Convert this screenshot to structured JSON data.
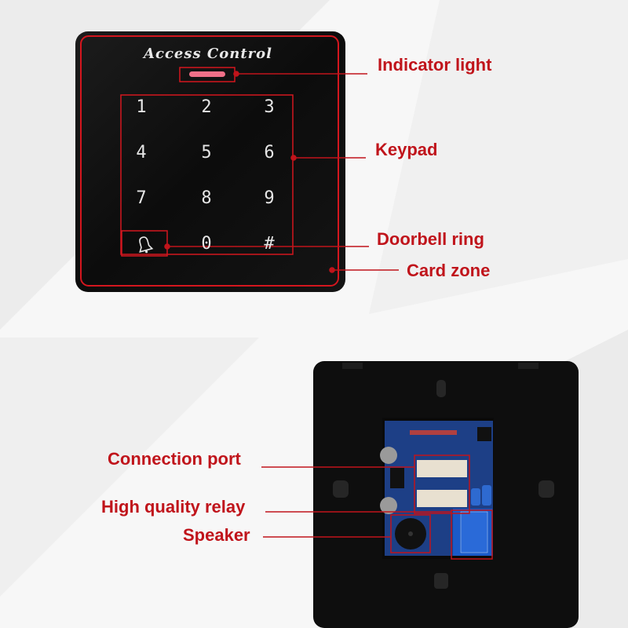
{
  "panel": {
    "brand_text": "Access Control",
    "keys": [
      "1",
      "2",
      "3",
      "4",
      "5",
      "6",
      "7",
      "8",
      "9",
      "",
      "0",
      "#"
    ]
  },
  "callouts": {
    "indicator_light": "Indicator light",
    "keypad": "Keypad",
    "doorbell_ring": "Doorbell ring",
    "card_zone": "Card zone",
    "connection_port": "Connection port",
    "high_quality_relay": "High quality relay",
    "speaker": "Speaker"
  },
  "colors": {
    "annotation_red": "#c0141b",
    "device_black": "#0e0e0e",
    "frame_red": "#d4161e",
    "pcb_blue": "#1d3f86"
  }
}
